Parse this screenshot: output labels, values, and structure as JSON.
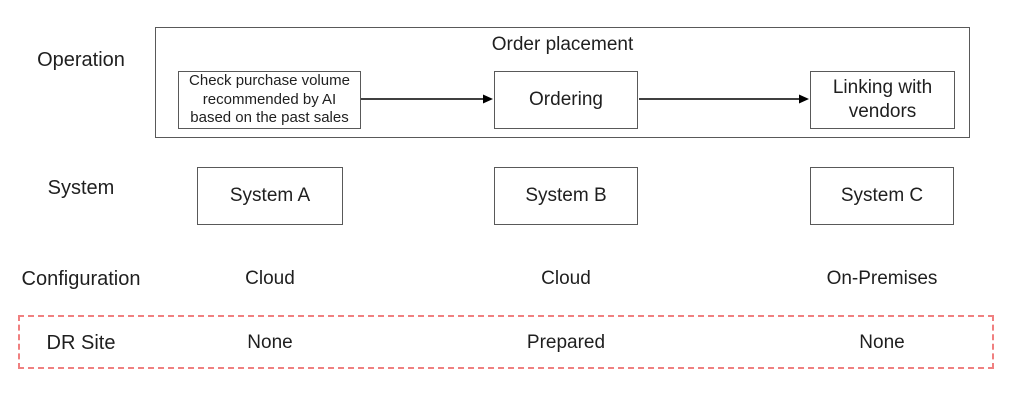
{
  "row_labels": {
    "operation": "Operation",
    "system": "System",
    "configuration": "Configuration",
    "dr_site": "DR Site"
  },
  "operation_flow": {
    "group_title": "Order placement",
    "step1": {
      "lines": [
        "Check purchase volume",
        "recommended by AI",
        "based on the past sales"
      ]
    },
    "step2": {
      "label": "Ordering"
    },
    "step3": {
      "lines": [
        "Linking with",
        "vendors"
      ]
    }
  },
  "systems": {
    "col_a": "System A",
    "col_b": "System B",
    "col_c": "System C"
  },
  "configurations": {
    "col_a": "Cloud",
    "col_b": "Cloud",
    "col_c": "On-Premises"
  },
  "dr_sites": {
    "col_a": "None",
    "col_b": "Prepared",
    "col_c": "None"
  },
  "colors": {
    "box_border": "#595959",
    "dr_highlight_border": "#f08080",
    "text": "#1f1f1f",
    "arrow": "#000000",
    "background": "#ffffff"
  }
}
